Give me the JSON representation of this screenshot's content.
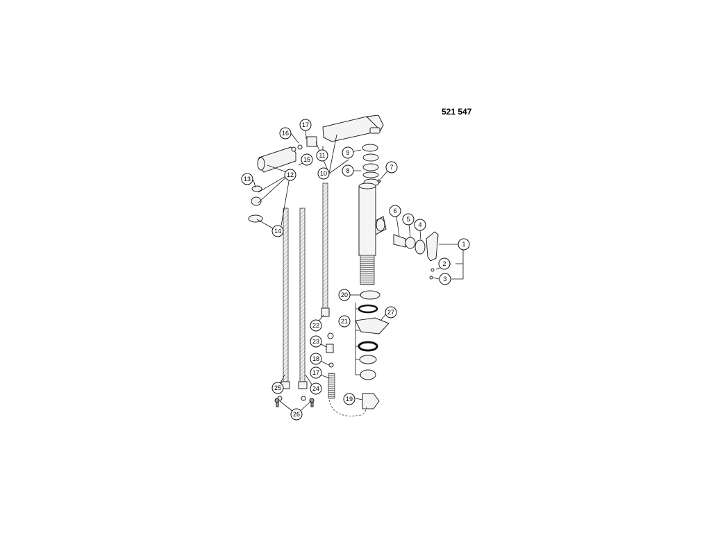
{
  "diagram": {
    "model_number": "521 547",
    "callouts": [
      {
        "id": "c1",
        "label": "1"
      },
      {
        "id": "c2",
        "label": "2"
      },
      {
        "id": "c3",
        "label": "3"
      },
      {
        "id": "c4",
        "label": "4"
      },
      {
        "id": "c5",
        "label": "5"
      },
      {
        "id": "c6",
        "label": "6"
      },
      {
        "id": "c7",
        "label": "7"
      },
      {
        "id": "c8",
        "label": "8"
      },
      {
        "id": "c9",
        "label": "9"
      },
      {
        "id": "c10",
        "label": "10"
      },
      {
        "id": "c11",
        "label": "11"
      },
      {
        "id": "c12",
        "label": "12"
      },
      {
        "id": "c13",
        "label": "13"
      },
      {
        "id": "c14",
        "label": "14"
      },
      {
        "id": "c15",
        "label": "15"
      },
      {
        "id": "c16",
        "label": "16"
      },
      {
        "id": "c17a",
        "label": "17"
      },
      {
        "id": "c17b",
        "label": "17"
      },
      {
        "id": "c18",
        "label": "18"
      },
      {
        "id": "c19",
        "label": "19"
      },
      {
        "id": "c20",
        "label": "20"
      },
      {
        "id": "c21",
        "label": "21"
      },
      {
        "id": "c22",
        "label": "22"
      },
      {
        "id": "c23",
        "label": "23"
      },
      {
        "id": "c24",
        "label": "24"
      },
      {
        "id": "c25",
        "label": "25"
      },
      {
        "id": "c26",
        "label": "26"
      },
      {
        "id": "c27",
        "label": "27"
      }
    ]
  }
}
